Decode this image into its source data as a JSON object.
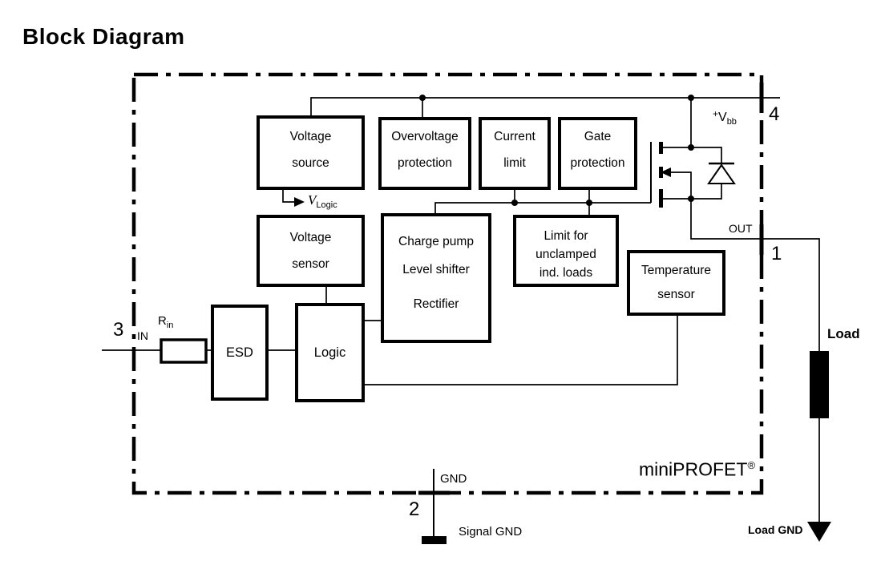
{
  "title": "Block Diagram",
  "brand": {
    "name": "miniPROFET",
    "reg": "®"
  },
  "pins": {
    "in_num": "3",
    "gnd_num": "2",
    "vbb_num": "4",
    "out_num": "1"
  },
  "labels": {
    "vbb_plus": "+",
    "vbb_main": "V",
    "vbb_sub": "bb",
    "out": "OUT",
    "vlogic_main": "V",
    "vlogic_sub": "Logic",
    "gnd": "GND",
    "signal_gnd": "Signal GND",
    "load": "Load",
    "load_gnd": "Load GND",
    "in": "IN",
    "rin_main": "R",
    "rin_sub": "in"
  },
  "blocks": {
    "voltage_source": {
      "line1": "Voltage",
      "line2": "source"
    },
    "overvoltage_protection": {
      "line1": "Overvoltage",
      "line2": "protection"
    },
    "current_limit": {
      "line1": "Current",
      "line2": "limit"
    },
    "gate_protection": {
      "line1": "Gate",
      "line2": "protection"
    },
    "voltage_sensor": {
      "line1": "Voltage",
      "line2": "sensor"
    },
    "charge_pump": {
      "line1": "Charge pump",
      "line2": "Level shifter",
      "line3": "Rectifier"
    },
    "unclamped_limit": {
      "line1": "Limit for",
      "line2": "unclamped",
      "line3": "ind. loads"
    },
    "temperature_sensor": {
      "line1": "Temperature",
      "line2": "sensor"
    },
    "esd": {
      "line1": "ESD"
    },
    "logic": {
      "line1": "Logic"
    }
  },
  "colors": {
    "ink": "#000000",
    "background": "#ffffff"
  }
}
